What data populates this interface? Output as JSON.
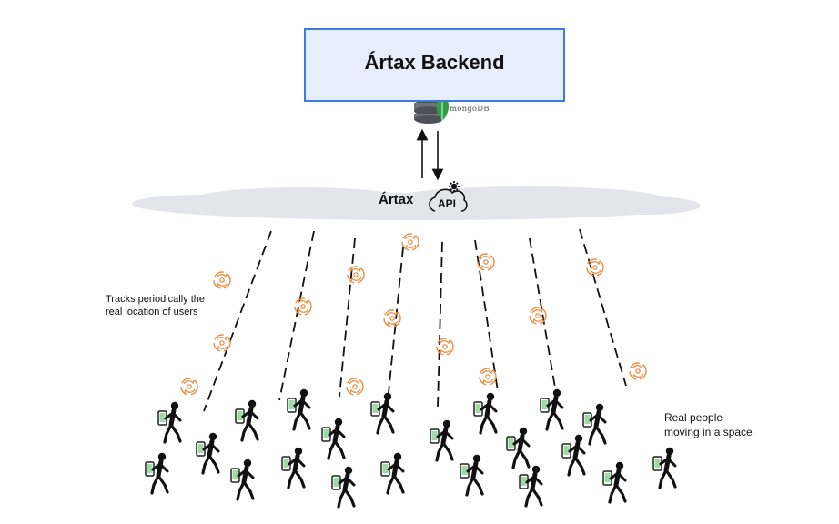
{
  "backend": {
    "title": "Ártax Backend"
  },
  "database": {
    "label": "mongoDB"
  },
  "api": {
    "name": "Ártax",
    "label": "API"
  },
  "notes": {
    "tracking": [
      "Tracks periodically the",
      "real location of users"
    ],
    "people": [
      "Real people",
      "moving in a space"
    ]
  },
  "colors": {
    "box_border": "#3a7de0",
    "box_fill": "#e6eefb",
    "cloud": "#e3e5ea",
    "sync_icon": "#f08a3c",
    "mongo_leaf": "#2e9d45"
  },
  "icons": [
    "database-icon",
    "mongodb-leaf-icon",
    "cloud-gear-icon",
    "sync-icon",
    "walking-person-with-phone-icon"
  ]
}
